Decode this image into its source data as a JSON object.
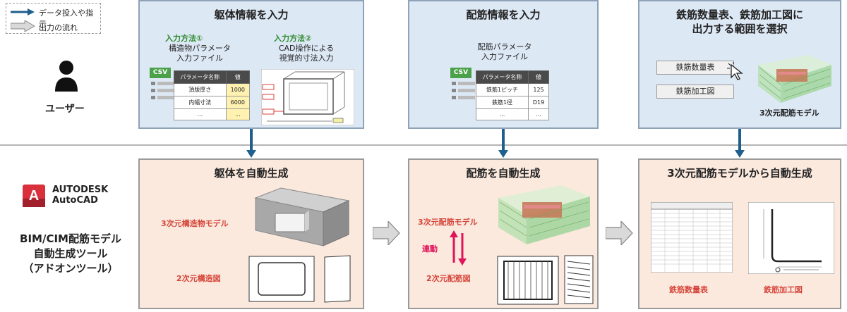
{
  "legend": {
    "item1": "データ投入や指示",
    "item2": "出力の流れ"
  },
  "left": {
    "user_label": "ユーザー",
    "autodesk": "AUTODESK",
    "autocad": "AutoCAD",
    "tool_line1": "BIM/CIM配筋モデル",
    "tool_line2": "自動生成ツール",
    "tool_line3": "（アドオンツール）"
  },
  "panel1": {
    "title": "躯体情報を入力",
    "method1_label": "入力方法①",
    "method1_desc1": "構造物パラメータ",
    "method1_desc2": "入力ファイル",
    "method2_label": "入力方法②",
    "method2_desc1": "CAD操作による",
    "method2_desc2": "視覚的寸法入力",
    "csv": "CSV",
    "table": {
      "headers": [
        "パラメータ名称",
        "値"
      ],
      "rows": [
        [
          "頂版厚さ",
          "1000"
        ],
        [
          "内幅寸法",
          "6000"
        ],
        [
          "...",
          "..."
        ]
      ]
    }
  },
  "panel2": {
    "title": "配筋情報を入力",
    "desc1": "配筋パラメータ",
    "desc2": "入力ファイル",
    "csv": "CSV",
    "table": {
      "headers": [
        "パラメータ名称",
        "値"
      ],
      "rows": [
        [
          "鉄筋1ピッチ",
          "125"
        ],
        [
          "鉄筋1径",
          "D19"
        ],
        [
          "...",
          "..."
        ]
      ]
    }
  },
  "panel3": {
    "title1": "鉄筋数量表、鉄筋加工図に",
    "title2": "出力する範囲を選択",
    "btn1": "鉄筋数量表",
    "btn2": "鉄筋加工図",
    "caption": "3次元配筋モデル"
  },
  "panel4": {
    "title": "躯体を自動生成",
    "label1": "3次元構造物モデル",
    "label2": "2次元構造図"
  },
  "panel5": {
    "title": "配筋を自動生成",
    "label1": "3次元配筋モデル",
    "link": "連動",
    "label2": "2次元配筋図"
  },
  "panel6": {
    "title": "3次元配筋モデルから自動生成",
    "caption1": "鉄筋数量表",
    "caption2": "鉄筋加工図"
  },
  "colors": {
    "user_panel": "#dde8f5",
    "auto_panel": "#fbe9de",
    "arrow_blue": "#1f5f8b",
    "accent_red": "#d6453a",
    "link_pink": "#e0145a",
    "green": "#2e8b2e"
  }
}
